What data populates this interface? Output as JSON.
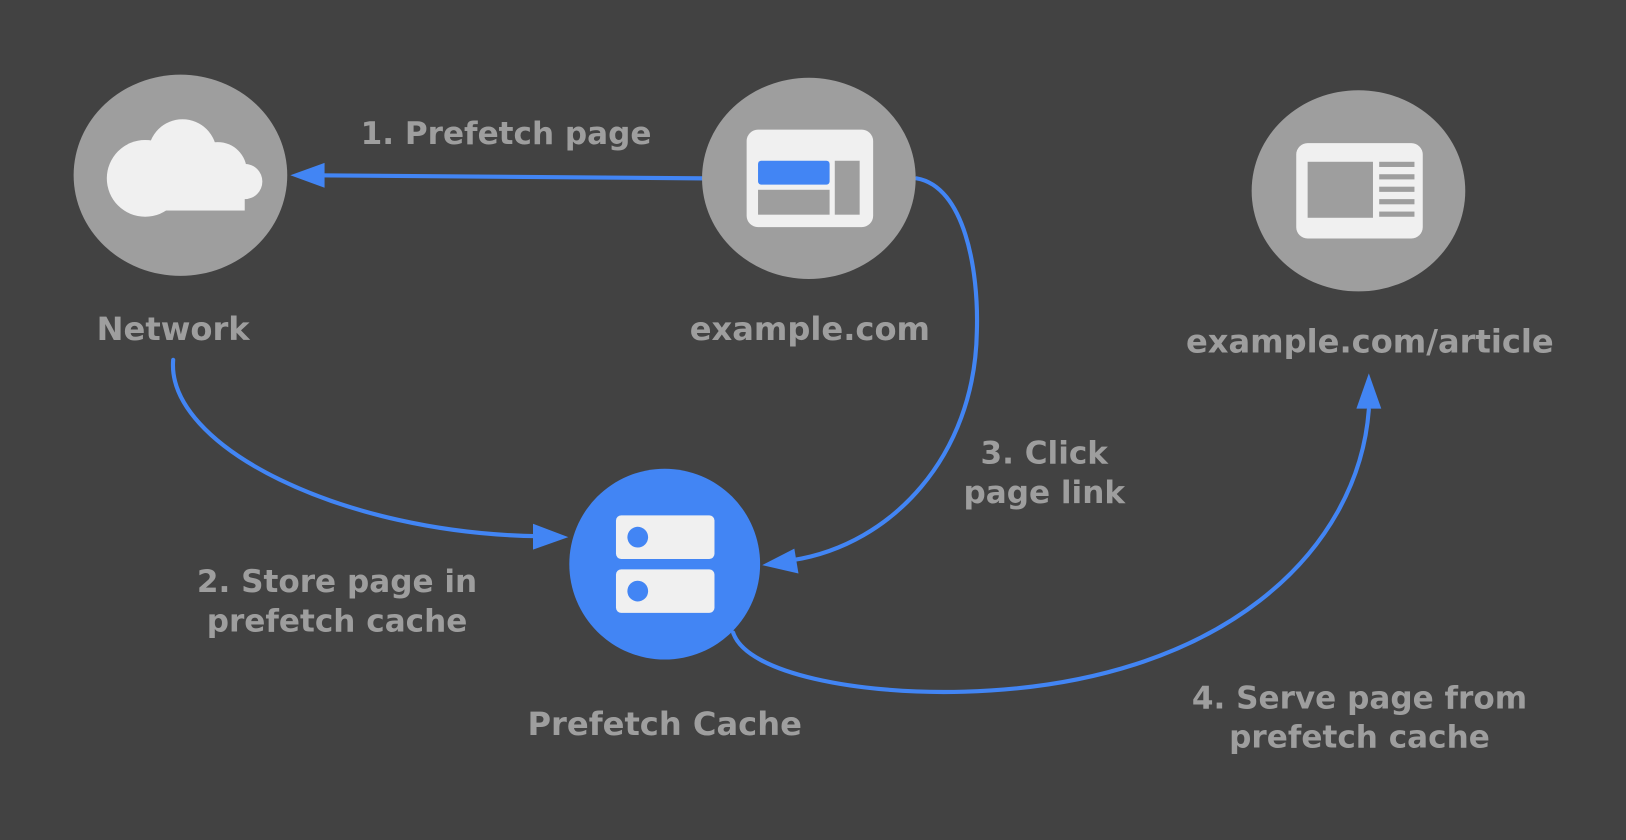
{
  "colors": {
    "background": "#424242",
    "node_gray": "#9e9e9e",
    "node_blue": "#4285f4",
    "icon_light": "#f0f0f0",
    "arrow": "#4285f4",
    "text": "#9e9e9e"
  },
  "nodes": {
    "network": {
      "label": "Network",
      "icon": "cloud-icon"
    },
    "example": {
      "label": "example.com",
      "icon": "webpage-icon"
    },
    "article": {
      "label": "example.com/article",
      "icon": "article-page-icon"
    },
    "cache": {
      "label": "Prefetch Cache",
      "icon": "server-storage-icon"
    }
  },
  "steps": {
    "step1": {
      "line1": "1. Prefetch page"
    },
    "step2": {
      "line1": "2. Store page in",
      "line2": "prefetch cache"
    },
    "step3": {
      "line1": "3. Click",
      "line2": "page link"
    },
    "step4": {
      "line1": "4. Serve page from",
      "line2": "prefetch cache"
    }
  }
}
